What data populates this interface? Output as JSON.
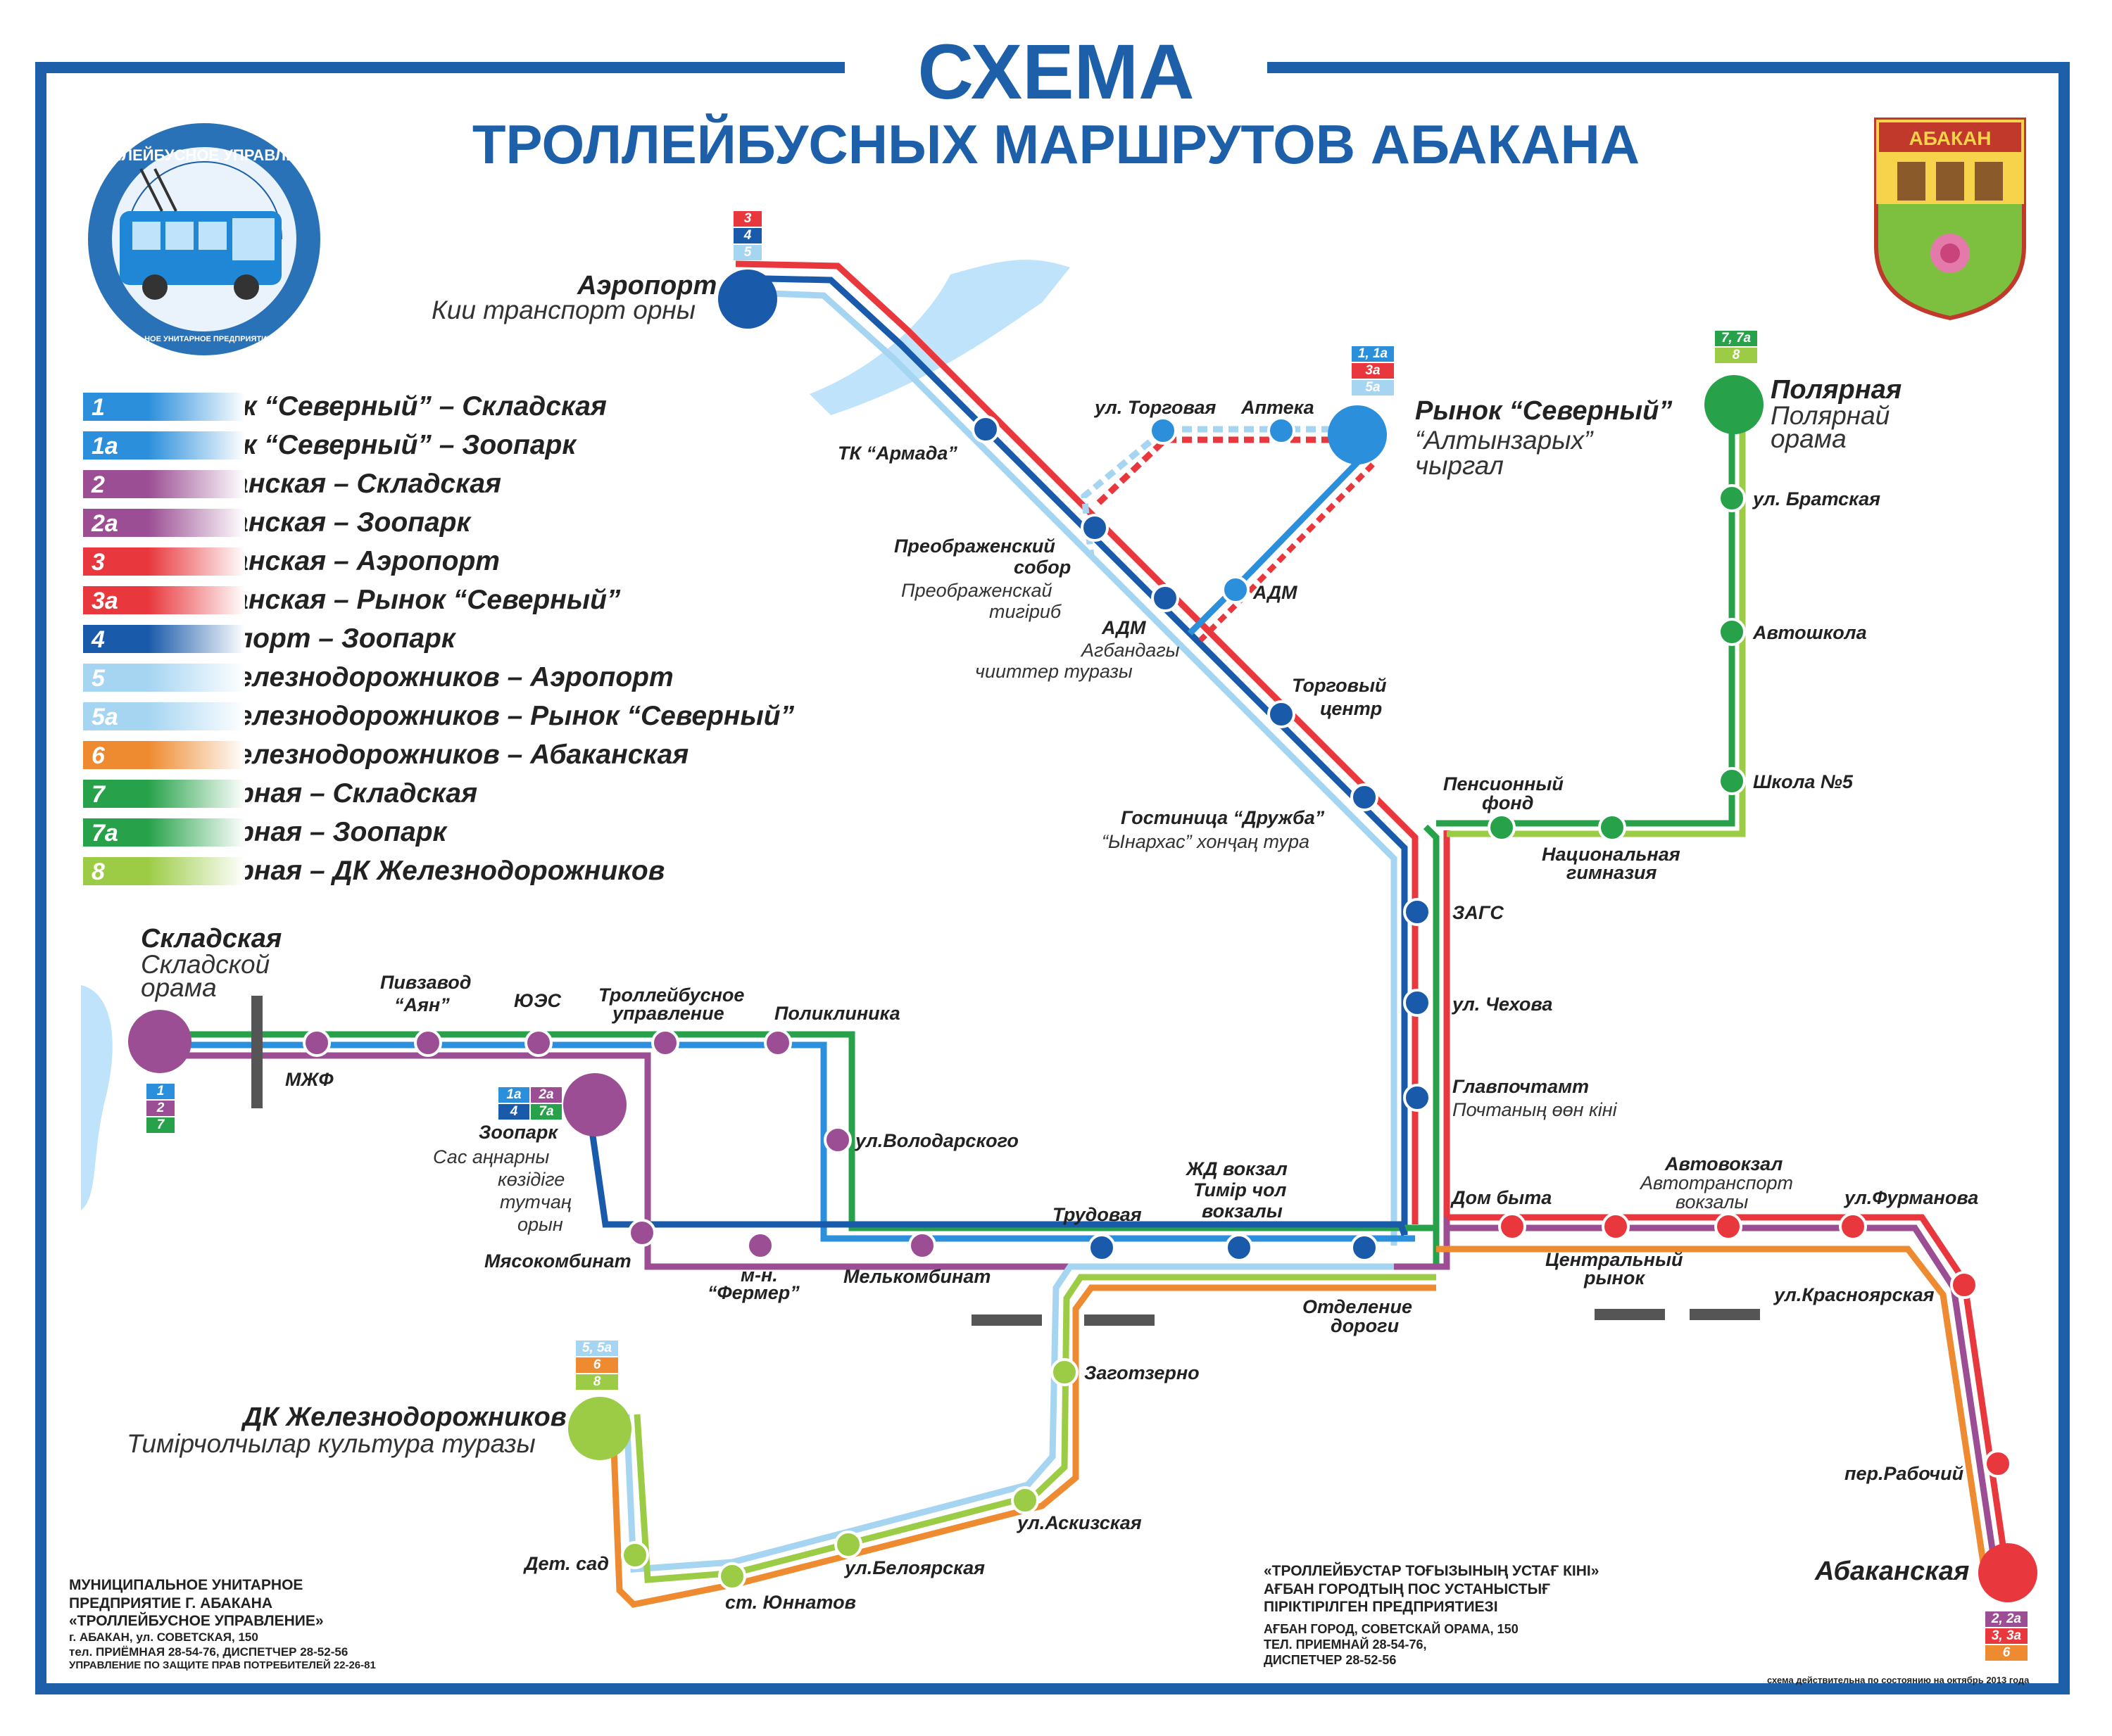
{
  "title": {
    "line1": "СХЕМА",
    "line2": "ТРОЛЛЕЙБУСНЫХ МАРШРУТОВ АБАКАНА"
  },
  "logo": {
    "ring_text": "ТРОЛЛЕЙБУСНОЕ УПРАВЛЕНИЕ",
    "ring_sub": "МУНИЦИПАЛЬНОЕ УНИТАРНОЕ ПРЕДПРИЯТИЕ Г. АБАКАНА",
    "icon": "trolleybus-icon"
  },
  "coat_of_arms": {
    "label": "АБАКАН",
    "icon": "coat-of-arms-icon"
  },
  "colors": {
    "frame": "#1d5fa8",
    "r1": "#2b8fdc",
    "r2": "#9b4e93",
    "r3": "#e8383d",
    "r4": "#1a5aaa",
    "r5": "#a6d5f2",
    "r6": "#ee8a2f",
    "r7": "#27a24a",
    "r8": "#9ccc46"
  },
  "legend": [
    {
      "num": "1",
      "text": "Рынок “Северный”  – Складская",
      "color": "#2b8fdc"
    },
    {
      "num": "1а",
      "text": "Рынок “Северный”  – Зоопарк",
      "color": "#2b8fdc"
    },
    {
      "num": "2",
      "text": "Абаканская – Складская",
      "color": "#9b4e93"
    },
    {
      "num": "2а",
      "text": "Абаканская – Зоопарк",
      "color": "#9b4e93"
    },
    {
      "num": "3",
      "text": "Абаканская – Аэропорт",
      "color": "#e8383d"
    },
    {
      "num": "3а",
      "text": "Абаканская – Рынок “Северный”",
      "color": "#e8383d"
    },
    {
      "num": "4",
      "text": "Аэропорт – Зоопарк",
      "color": "#1a5aaa"
    },
    {
      "num": "5",
      "text": "ДК Железнодорожников – Аэропорт",
      "color": "#a6d5f2"
    },
    {
      "num": "5а",
      "text": "ДК Железнодорожников – Рынок “Северный”",
      "color": "#a6d5f2"
    },
    {
      "num": "6",
      "text": "ДК Железнодорожников – Абаканская",
      "color": "#ee8a2f"
    },
    {
      "num": "7",
      "text": "Полярная – Складская",
      "color": "#27a24a"
    },
    {
      "num": "7а",
      "text": "Полярная – Зоопарк",
      "color": "#27a24a"
    },
    {
      "num": "8",
      "text": "Полярная – ДК Железнодорожников",
      "color": "#9ccc46"
    }
  ],
  "terminals": {
    "airport": {
      "name": "Аэропорт",
      "alt": "Кии транспорт орны",
      "badges": [
        "3",
        "4",
        "5"
      ]
    },
    "rynok": {
      "name": "Рынок “Северный”",
      "alt1": "“Алтынзарых”",
      "alt2": "чыргал",
      "badges": [
        "1, 1а",
        "3а",
        "5а"
      ]
    },
    "polyarnaya": {
      "name": "Полярная",
      "alt1": "Полярнай",
      "alt2": "орама",
      "badges": [
        "7, 7а",
        "8"
      ]
    },
    "skladskaya": {
      "name": "Складская",
      "alt1": "Складской",
      "alt2": "орама",
      "badges": [
        "1",
        "2",
        "7"
      ]
    },
    "zoopark": {
      "name": "Зоопарк",
      "alt1": "Сас аңнарны",
      "alt2": "көзідіге",
      "alt3": "тутчаң",
      "alt4": "орын",
      "badges": [
        "1а",
        "2а",
        "4",
        "7а"
      ]
    },
    "dk": {
      "name": "ДК Железнодорожников",
      "alt": "Тимірчолчылар культура туразы",
      "badges": [
        "5, 5а",
        "6",
        "8"
      ]
    },
    "abakanskaya": {
      "name": "Абаканская",
      "badges": [
        "2, 2а",
        "3, 3а",
        "6"
      ]
    }
  },
  "stations": {
    "armada": "ТК “Армада”",
    "torgovaya": "ул. Торговая",
    "apteka": "Аптека",
    "adm_small": "АДМ",
    "preobr1": "Преображенский",
    "preobr2": "собор",
    "preobr_k1": "Преображенскай",
    "preobr_k2": "тигіриб",
    "adm": "АДМ",
    "adm_k1": "Агбандагы",
    "adm_k2": "чииттер туразы",
    "tc1": "Торговый",
    "tc2": "центр",
    "druzhba": "Гостиница “Дружба”",
    "druzhba_k": "“Ынархас” хонҷаң тура",
    "pension1": "Пенсионный",
    "pension2": "фонд",
    "gimn1": "Национальная",
    "gimn2": "гимназия",
    "zags": "ЗАГС",
    "chekhova": "ул. Чехова",
    "glavpocht": "Главпочтамт",
    "glavpocht_k": "Почтаның өөн кіні",
    "bratskaya": "ул. Братская",
    "avtoshkola": "Автошкола",
    "shkola5": "Школа №5",
    "pivzavod1": "Пивзавод",
    "pivzavod2": "“Аян”",
    "yues": "ЮЭС",
    "tu1": "Троллейбусное",
    "tu2": "управление",
    "poliklinika": "Поликлиника",
    "mzhf": "МЖФ",
    "volodarskogo": "ул.Володарского",
    "myaso": "Мясокомбинат",
    "fermer1": "м-н.",
    "fermer2": "“Фермер”",
    "melkomb": "Мелькомбинат",
    "trudovaya": "Трудовая",
    "zhd1": "ЖД вокзал",
    "zhd2": "Тимір чол",
    "zhd3": "вокзалы",
    "otd1": "Отделение",
    "otd2": "дороги",
    "dombyta": "Дом быта",
    "avtovokzal": "Автовокзал",
    "avtovokzal_k1": "Автотранспорт",
    "avtovokzal_k2": "вокзалы",
    "furmanova": "ул.Фурманова",
    "centr1": "Центральный",
    "centr2": "рынок",
    "krasnoyarskaya": "ул.Красноярская",
    "rabochiy": "пер.Рабочий",
    "zagotzerno": "Заготзерно",
    "askizskaya": "ул.Аскизская",
    "beloyarskaya": "ул.Белоярская",
    "unnatov": "ст. Юннатов",
    "detsad": "Дет. сад"
  },
  "footer_left": [
    "МУНИЦИПАЛЬНОЕ УНИТАРНОЕ",
    "ПРЕДПРИЯТИЕ Г. АБАКАНА",
    "«ТРОЛЛЕЙБУСНОЕ УПРАВЛЕНИЕ»",
    "г. АБАКАН, ул. СОВЕТСКАЯ, 150",
    "тел. ПРИЁМНАЯ 28-54-76, ДИСПЕТЧЕР 28-52-56",
    "УПРАВЛЕНИЕ ПО ЗАЩИТЕ ПРАВ ПОТРЕБИТЕЛЕЙ 22-26-81"
  ],
  "footer_right": [
    "«ТРОЛЛЕЙБУСТАР ТОҒЫЗЫНЫҢ УСТАҒ КІНІ»",
    "АҒБАН ГОРОДТЫҢ ПОС УСТАНЫСТЫҒ",
    "ПІРІКТІРІЛГЕН ПРЕДПРИЯТИЕЗІ",
    "АҒБАН ГОРОД, СОВЕТСКАЙ ОРАМА, 150",
    "ТЕЛ. ПРИЕМНАЙ 28-54-76,",
    "ДИСПЕТЧЕР 28-52-56"
  ],
  "note": "схема действительна по состоянию на октябрь 2013 года"
}
